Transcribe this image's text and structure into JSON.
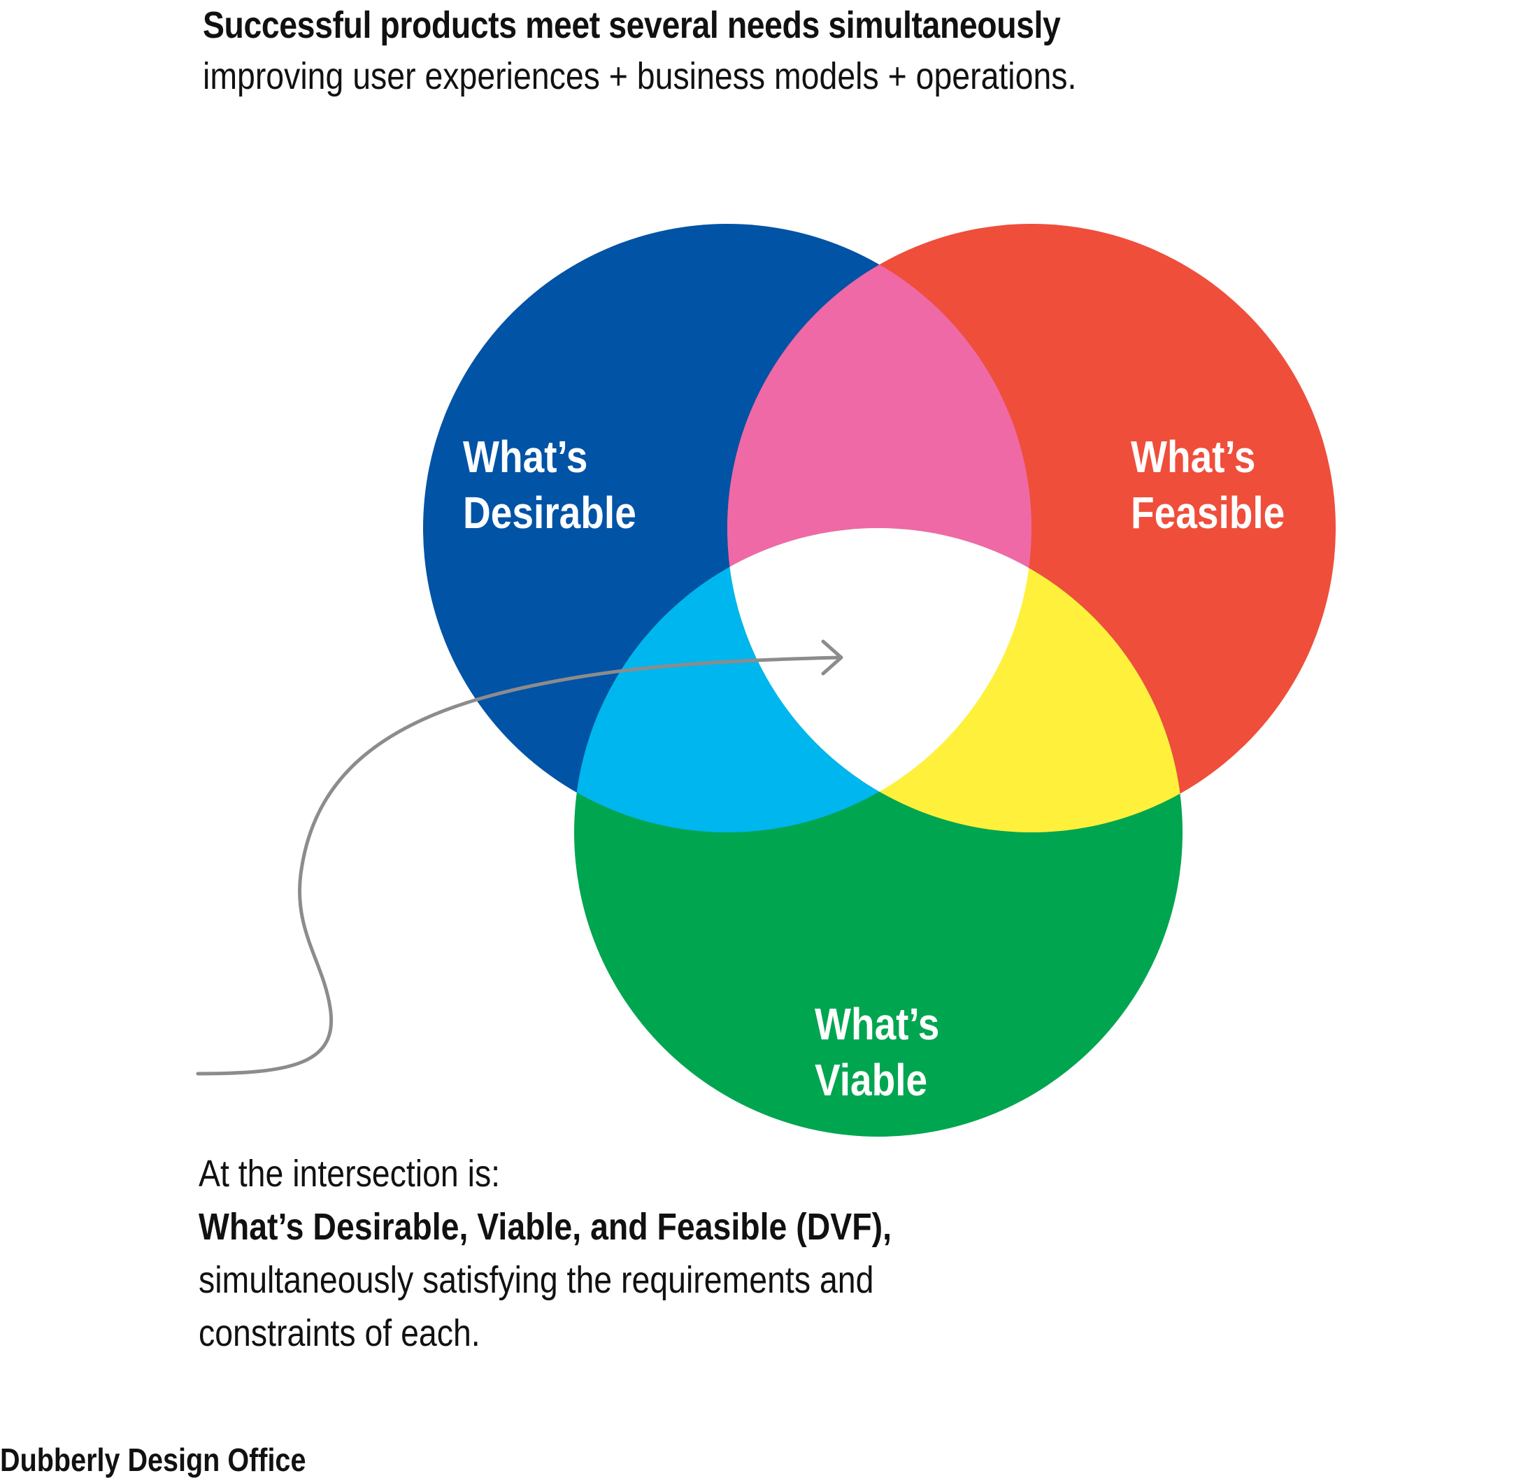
{
  "header": {
    "title": "Successful products meet several needs simultaneously",
    "subtitle": "improving user experiences + business models + operations."
  },
  "venn": {
    "circles": [
      {
        "id": "desirable",
        "label_line1": "What’s",
        "label_line2": "Desirable",
        "color": "#0053A5"
      },
      {
        "id": "feasible",
        "label_line1": "What’s",
        "label_line2": "Feasible",
        "color": "#EF4E3B"
      },
      {
        "id": "viable",
        "label_line1": "What’s",
        "label_line2": "Viable",
        "color": "#00A550"
      }
    ],
    "overlaps": {
      "desirable_feasible": "#EF69A6",
      "desirable_viable": "#00B6EE",
      "feasible_viable": "#FFF03C",
      "all_three": "#FFFFFF"
    },
    "arrow_color": "#8C8C8C"
  },
  "caption": {
    "line1": "At the intersection is:",
    "line2": "What’s Desirable, Viable, and Feasible (DVF),",
    "line3": "simultaneously satisfying the requirements and",
    "line4": "constraints of each."
  },
  "footer": {
    "credit": "Dubberly Design Office"
  }
}
